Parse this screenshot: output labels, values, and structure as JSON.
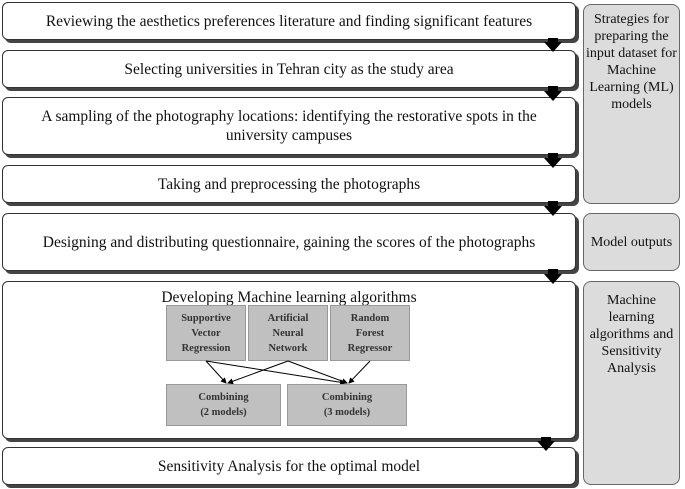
{
  "steps": [
    "Reviewing the aesthetics preferences literature and finding significant features",
    "Selecting universities in Tehran city as the study area",
    "A sampling of the photography locations: identifying the restorative spots in the university campuses",
    "Taking and preprocessing the photographs",
    "Designing and distributing questionnaire, gaining the scores of the photographs",
    "Developing Machine learning algorithms",
    "Sensitivity Analysis for the optimal model"
  ],
  "algorithms": [
    "Supportive\nVector\nRegression",
    "Artificial\nNeural\nNetwork",
    "Random\nForest\nRegressor"
  ],
  "combinations": [
    "Combining\n(2 models)",
    "Combining\n(3 models)"
  ],
  "side_labels": [
    "Strategies for preparing the input dataset for Machine Learning (ML) models",
    "Model outputs",
    "Machine learning algorithms and Sensitivity Analysis"
  ]
}
